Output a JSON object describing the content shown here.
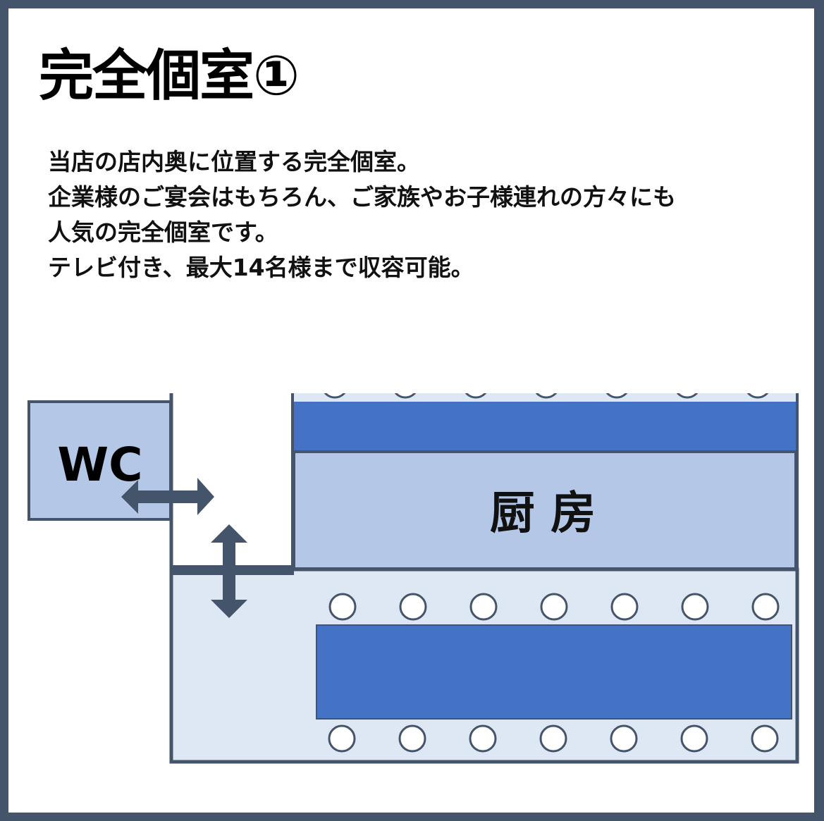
{
  "title": "完全個室①",
  "description": [
    "当店の店内奥に位置する完全個室。",
    "企業様のご宴会はもちろん、ご家族やお子様連れの方々にも",
    "人気の完全個室です。",
    "テレビ付き、最大14名様まで収容可能。"
  ],
  "floorplan": {
    "wc_label": "WC",
    "kitchen_label": "厨 房",
    "seats_per_row": 7,
    "colors": {
      "wall": "#44546a",
      "table": "#4472c4",
      "kitchen": "#b4c7e7",
      "room": "#dee7f4"
    }
  }
}
